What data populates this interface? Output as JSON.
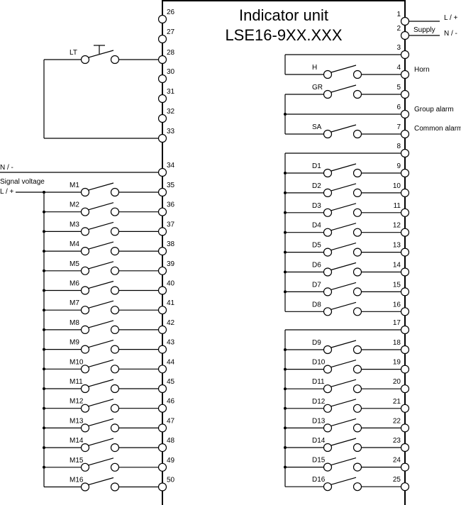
{
  "title": {
    "line1": "Indicator unit",
    "line2": "LSE16-9XX.XXX"
  },
  "left_terminals": [
    "26",
    "27",
    "28",
    "30",
    "31",
    "32",
    "33",
    "34",
    "35",
    "36",
    "37",
    "38",
    "39",
    "40",
    "41",
    "42",
    "43",
    "44",
    "45",
    "46",
    "47",
    "48",
    "49",
    "50"
  ],
  "right_terminals": [
    "1",
    "2",
    "3",
    "4",
    "5",
    "6",
    "7",
    "8",
    "9",
    "10",
    "11",
    "12",
    "13",
    "14",
    "15",
    "16",
    "17",
    "18",
    "19",
    "20",
    "21",
    "22",
    "23",
    "24",
    "25"
  ],
  "supply": {
    "l_plus": "L / +",
    "label": "Supply",
    "n_minus": "N / -"
  },
  "signal": {
    "n_minus": "N / -",
    "label": "Signal voltage",
    "l_plus": "L / +"
  },
  "lamp_test": {
    "label": "LT"
  },
  "relays": {
    "horn_switch": "H",
    "horn": "Horn",
    "group_switch": "GR",
    "group": "Group alarm",
    "common_switch": "SA",
    "common": "Common alarm"
  },
  "inputs": [
    "M1",
    "M2",
    "M3",
    "M4",
    "M5",
    "M6",
    "M7",
    "M8",
    "M9",
    "M10",
    "M11",
    "M12",
    "M13",
    "M14",
    "M15",
    "M16"
  ],
  "outputs": [
    "D1",
    "D2",
    "D3",
    "D4",
    "D5",
    "D6",
    "D7",
    "D8",
    "D9",
    "D10",
    "D11",
    "D12",
    "D13",
    "D14",
    "D15",
    "D16"
  ]
}
